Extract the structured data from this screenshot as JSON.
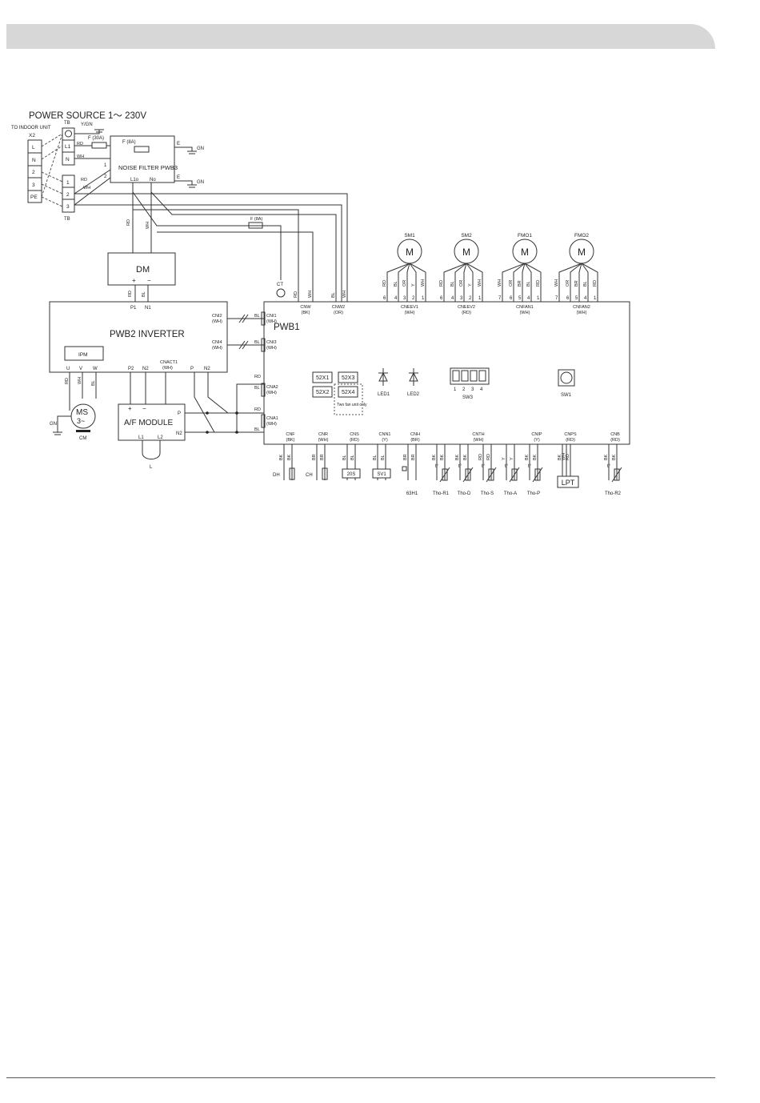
{
  "header": {
    "label": ""
  },
  "power": {
    "title": "POWER SOURCE 1～ 230V",
    "to_indoor": "TO INDOOR UNIT",
    "x2": "X2",
    "ygn": "Y/GN",
    "tb": "TB",
    "gn": "GN",
    "e": "E"
  },
  "terminals": {
    "x2": [
      "L",
      "N",
      "2",
      "3",
      "PE"
    ],
    "tb_top": [
      "L1",
      "N"
    ],
    "tb_bottom": [
      "1",
      "2",
      "3"
    ]
  },
  "wires": {
    "rd": "RD",
    "wh": "WH",
    "bl": "BL",
    "bk": "BK",
    "or": "OR",
    "y": "Y",
    "br": "BR",
    "gn": "GN"
  },
  "fuses": {
    "main": "F (30A)",
    "filter": "F (8A)",
    "mid": "F (8A)"
  },
  "noise_filter": {
    "label": "NOISE FILTER PWB3",
    "l1o": "L1o",
    "no": "No",
    "in1": "1",
    "in2": "2"
  },
  "dm": {
    "label": "DM",
    "plus": "+",
    "minus": "−"
  },
  "inverter": {
    "label": "PWB2 INVERTER",
    "p1": "P1",
    "n1": "N1",
    "ipm": "IPM",
    "u": "U",
    "v": "V",
    "w": "W",
    "p2": "P2",
    "n2": "N2",
    "cnact1": "CNACT1",
    "cnact1_color": "(WH)",
    "p": "P",
    "n2b": "N2",
    "cni2": "CNI2",
    "cni4": "CNI4",
    "wh": "(WH)"
  },
  "motor": {
    "label": "MS",
    "phase": "3~",
    "cm": "CM",
    "gn": "GN"
  },
  "af": {
    "label": "A/F MODULE",
    "l1": "L1",
    "l2": "L2",
    "p": "P",
    "n2": "N2",
    "plus": "+",
    "minus": "−",
    "l": "L"
  },
  "pwb1": {
    "label": "PWB1",
    "ct": "CT",
    "relays": [
      "52X1",
      "52X3",
      "52X2",
      "52X4"
    ],
    "two_fan": "Two fan unit only",
    "led1": "LED1",
    "led2": "LED2",
    "sw3": "SW3",
    "sw3_pins": [
      "1",
      "2",
      "3",
      "4"
    ],
    "sw1": "SW1",
    "left_connectors": [
      {
        "name": "CNI1",
        "color": "(WH)"
      },
      {
        "name": "CNI3",
        "color": "(WH)"
      },
      {
        "name": "CNA2",
        "color": "(WH)"
      },
      {
        "name": "CNA1",
        "color": "(WH)"
      }
    ],
    "top_connectors": [
      {
        "name": "CNW",
        "color": "(BK)"
      },
      {
        "name": "CNW2",
        "color": "(OR)"
      },
      {
        "name": "CNEEV1",
        "color": "(WH)"
      },
      {
        "name": "CNEEV2",
        "color": "(RD)"
      },
      {
        "name": "CNFAN1",
        "color": "(WH)"
      },
      {
        "name": "CNFAN2",
        "color": "(WH)"
      }
    ],
    "bottom_connectors": [
      {
        "name": "CNF",
        "color": "(BK)"
      },
      {
        "name": "CNR",
        "color": "(WH)"
      },
      {
        "name": "CNS",
        "color": "(RD)"
      },
      {
        "name": "CNN1",
        "color": "(Y)"
      },
      {
        "name": "CNH",
        "color": "(BR)"
      },
      {
        "name": "CNTH",
        "color": "(WH)"
      },
      {
        "name": "CNIP",
        "color": "(Y)"
      },
      {
        "name": "CNPS",
        "color": "(RD)"
      },
      {
        "name": "CNB",
        "color": "(RD)"
      }
    ]
  },
  "motors_top": [
    {
      "name": "SM1",
      "letter": "M",
      "wires": [
        "RD",
        "BL",
        "OR",
        "Y",
        "WH"
      ],
      "pins": [
        "6",
        "4",
        "3",
        "2",
        "1"
      ]
    },
    {
      "name": "SM2",
      "letter": "M",
      "wires": [
        "RD",
        "BL",
        "OR",
        "Y",
        "WH"
      ],
      "pins": [
        "6",
        "4",
        "3",
        "2",
        "1"
      ]
    },
    {
      "name": "FMO1",
      "letter": "M",
      "wires": [
        "WH",
        "OR",
        "BR",
        "BL",
        "RD"
      ],
      "pins": [
        "7",
        "6",
        "5",
        "4",
        "1"
      ]
    },
    {
      "name": "FMO2",
      "letter": "M",
      "wires": [
        "WH",
        "OR",
        "BR",
        "BL",
        "RD"
      ],
      "pins": [
        "7",
        "6",
        "5",
        "4",
        "1"
      ]
    }
  ],
  "loads": [
    "DH",
    "CH",
    "20S",
    "SV1",
    "63H1",
    "Tho-R1",
    "Tho-D",
    "Tho-S",
    "Tho-A",
    "Tho-P",
    "LPT",
    "Tho-R2"
  ]
}
